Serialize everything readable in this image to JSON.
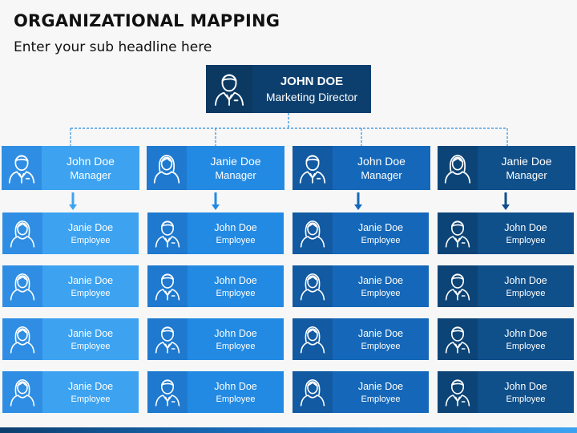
{
  "header": {
    "title": "ORGANIZATIONAL MAPPING",
    "subtitle": "Enter your sub headline here"
  },
  "director": {
    "name": "JOHN DOE",
    "role": "Marketing Director",
    "icon": "male-person-icon"
  },
  "managers": [
    {
      "name": "John Doe",
      "role": "Manager",
      "icon": "male-person-icon"
    },
    {
      "name": "Janie Doe",
      "role": "Manager",
      "icon": "female-person-icon"
    },
    {
      "name": "John Doe",
      "role": "Manager",
      "icon": "male-person-icon"
    },
    {
      "name": "Janie Doe",
      "role": "Manager",
      "icon": "female-person-icon"
    }
  ],
  "employees": [
    [
      {
        "name": "Janie Doe",
        "role": "Employee",
        "icon": "female-person-icon"
      },
      {
        "name": "Janie Doe",
        "role": "Employee",
        "icon": "female-person-icon"
      },
      {
        "name": "Janie Doe",
        "role": "Employee",
        "icon": "female-person-icon"
      },
      {
        "name": "Janie Doe",
        "role": "Employee",
        "icon": "female-person-icon"
      }
    ],
    [
      {
        "name": "John Doe",
        "role": "Employee",
        "icon": "male-person-icon"
      },
      {
        "name": "John Doe",
        "role": "Employee",
        "icon": "male-person-icon"
      },
      {
        "name": "John Doe",
        "role": "Employee",
        "icon": "male-person-icon"
      },
      {
        "name": "John Doe",
        "role": "Employee",
        "icon": "male-person-icon"
      }
    ],
    [
      {
        "name": "Janie Doe",
        "role": "Employee",
        "icon": "female-person-icon"
      },
      {
        "name": "Janie Doe",
        "role": "Employee",
        "icon": "female-person-icon"
      },
      {
        "name": "Janie Doe",
        "role": "Employee",
        "icon": "female-person-icon"
      },
      {
        "name": "Janie Doe",
        "role": "Employee",
        "icon": "female-person-icon"
      }
    ],
    [
      {
        "name": "John Doe",
        "role": "Employee",
        "icon": "male-person-icon"
      },
      {
        "name": "John Doe",
        "role": "Employee",
        "icon": "male-person-icon"
      },
      {
        "name": "John Doe",
        "role": "Employee",
        "icon": "male-person-icon"
      },
      {
        "name": "John Doe",
        "role": "Employee",
        "icon": "male-person-icon"
      }
    ]
  ],
  "colors": {
    "director": "#0c3f6e",
    "columns": [
      "#3da3f1",
      "#238ae3",
      "#1568b9",
      "#0f4f8a"
    ],
    "connector": "#2b8de0"
  }
}
